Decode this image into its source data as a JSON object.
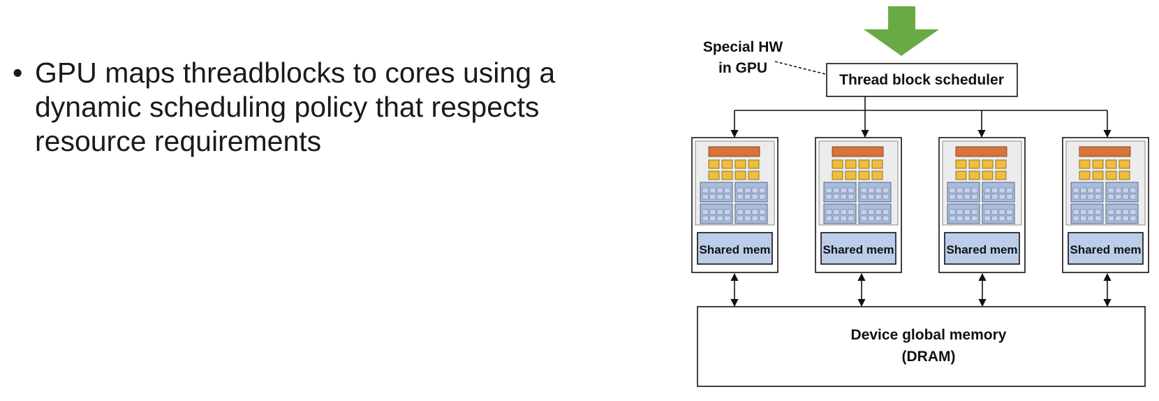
{
  "bullet": {
    "symbol": "•",
    "text": "GPU maps threadblocks to cores using a dynamic scheduling policy that respects resource requirements"
  },
  "diagram": {
    "special_hw_label_line1": "Special HW",
    "special_hw_label_line2": "in GPU",
    "scheduler_label": "Thread block scheduler",
    "cores": [
      {
        "shared_mem_label": "Shared mem"
      },
      {
        "shared_mem_label": "Shared mem"
      },
      {
        "shared_mem_label": "Shared mem"
      },
      {
        "shared_mem_label": "Shared mem"
      }
    ],
    "memory_label_line1": "Device global memory",
    "memory_label_line2": "(DRAM)",
    "colors": {
      "input_arrow": "#6aaa45",
      "core_header": "#d9733a",
      "alu": "#f0bd3c",
      "register_block": "#a9bcdc",
      "shared_mem": "#bccde9",
      "core_inner": "#ececec"
    }
  }
}
